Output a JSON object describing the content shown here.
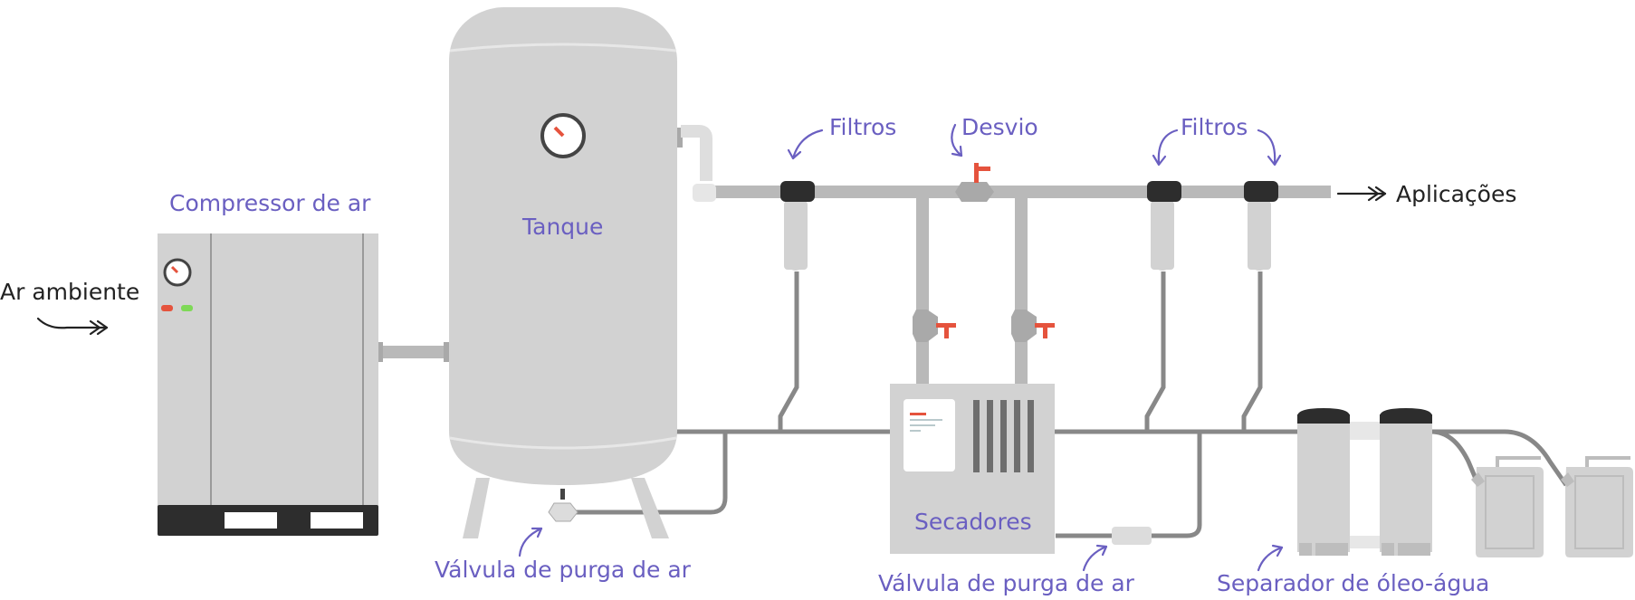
{
  "labels": {
    "ambient_air": "Ar ambiente",
    "compressor": "Compressor de ar",
    "tank": "Tanque",
    "filters_left": "Filtros",
    "bypass": "Desvio",
    "filters_right": "Filtros",
    "applications": "Aplicações",
    "dryers": "Secadores",
    "purge_valve_tank": "Válvula de purga de ar",
    "purge_valve_dryer": "Válvula de purga de ar",
    "oil_water_separator": "Separador de óleo-água"
  },
  "colors": {
    "label_accent": "#6a5fc1",
    "label_dark": "#222222",
    "equipment_gray": "#d2d2d2",
    "pipe_gray": "#b9b9b9",
    "drain_line": "#888888",
    "valve_handle": "#e5533d",
    "filter_cap": "#2d2d2d",
    "indicator_red": "#e5533d",
    "indicator_green": "#7ed957"
  }
}
